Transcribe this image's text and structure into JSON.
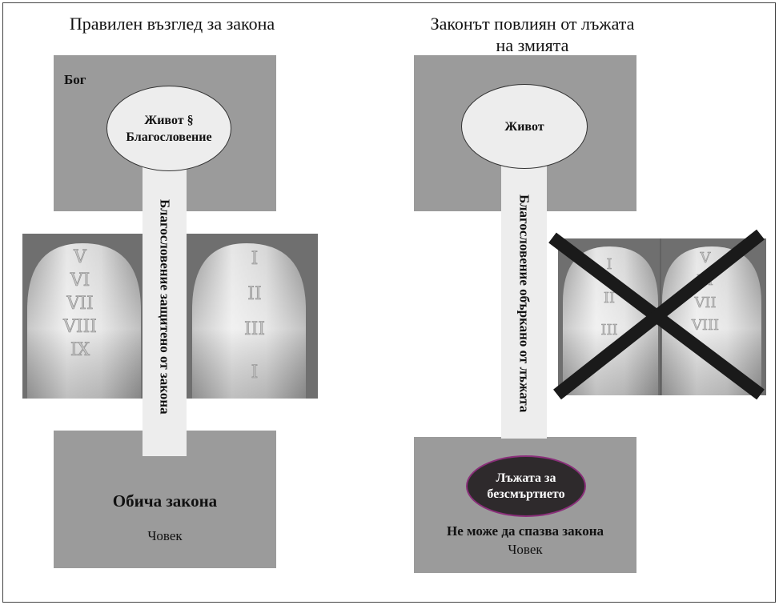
{
  "left": {
    "title": "Правилен възглед за закона",
    "top_box_label": "Бог",
    "ellipse_line1": "Живот §",
    "ellipse_line2": "Благословение",
    "pillar_text": "Благословение защитено от закона",
    "bottom_heading": "Обича закона",
    "bottom_sub": "Човек",
    "tablet_left_numerals": [
      "V",
      "VI",
      "VII",
      "VIII",
      "IX"
    ],
    "tablet_right_numerals": [
      "I",
      "II",
      "III",
      "I"
    ]
  },
  "right": {
    "title_line1": "Законът повлиян от лъжата",
    "title_line2": "на змията",
    "ellipse_text": "Живот",
    "pillar_text": "Благословение объркано от лъжата",
    "dark_ellipse_line1": "Лъжата за",
    "dark_ellipse_line2": "безсмъртието",
    "bottom_heading": "Не може да спазва закона",
    "bottom_sub": "Човек",
    "tablet_left_numerals": [
      "I",
      "II",
      "III"
    ],
    "tablet_right_numerals": [
      "V",
      "VI",
      "VII",
      "VIII"
    ]
  },
  "colors": {
    "box_gray": "#9b9b9b",
    "light": "#ededed",
    "dark_ellipse": "#2e2a2c",
    "dark_ellipse_border": "#8a2f7a",
    "cross": "#1a1a1a"
  }
}
